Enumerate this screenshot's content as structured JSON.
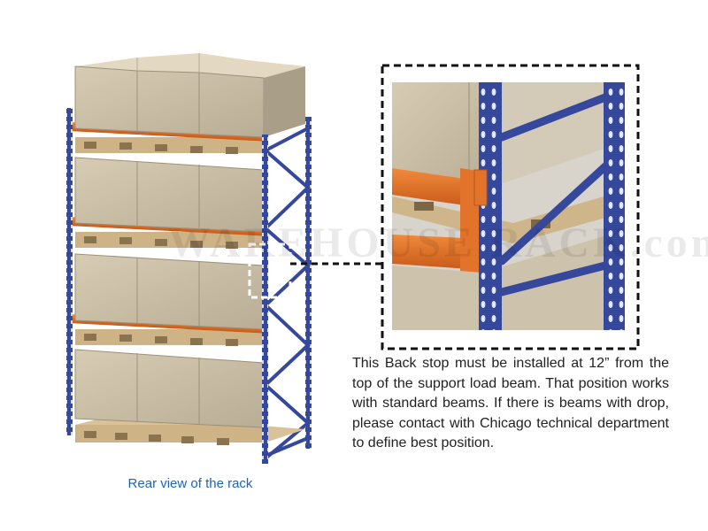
{
  "figure": {
    "caption": "Rear view of the rack",
    "description": "This Back stop must be installed at 12” from the top of the support load beam. That position works with standard beams. If there is beams with drop, please contact with Chicago technical department to define best position.",
    "watermark": "WAREHOUSE RACK.com"
  },
  "colors": {
    "upright": "#35489c",
    "beam": "#e2732a",
    "box": "#c9bda6",
    "pallet": "#d9c29a",
    "caption": "#1e63b8",
    "callout": "#111111"
  }
}
